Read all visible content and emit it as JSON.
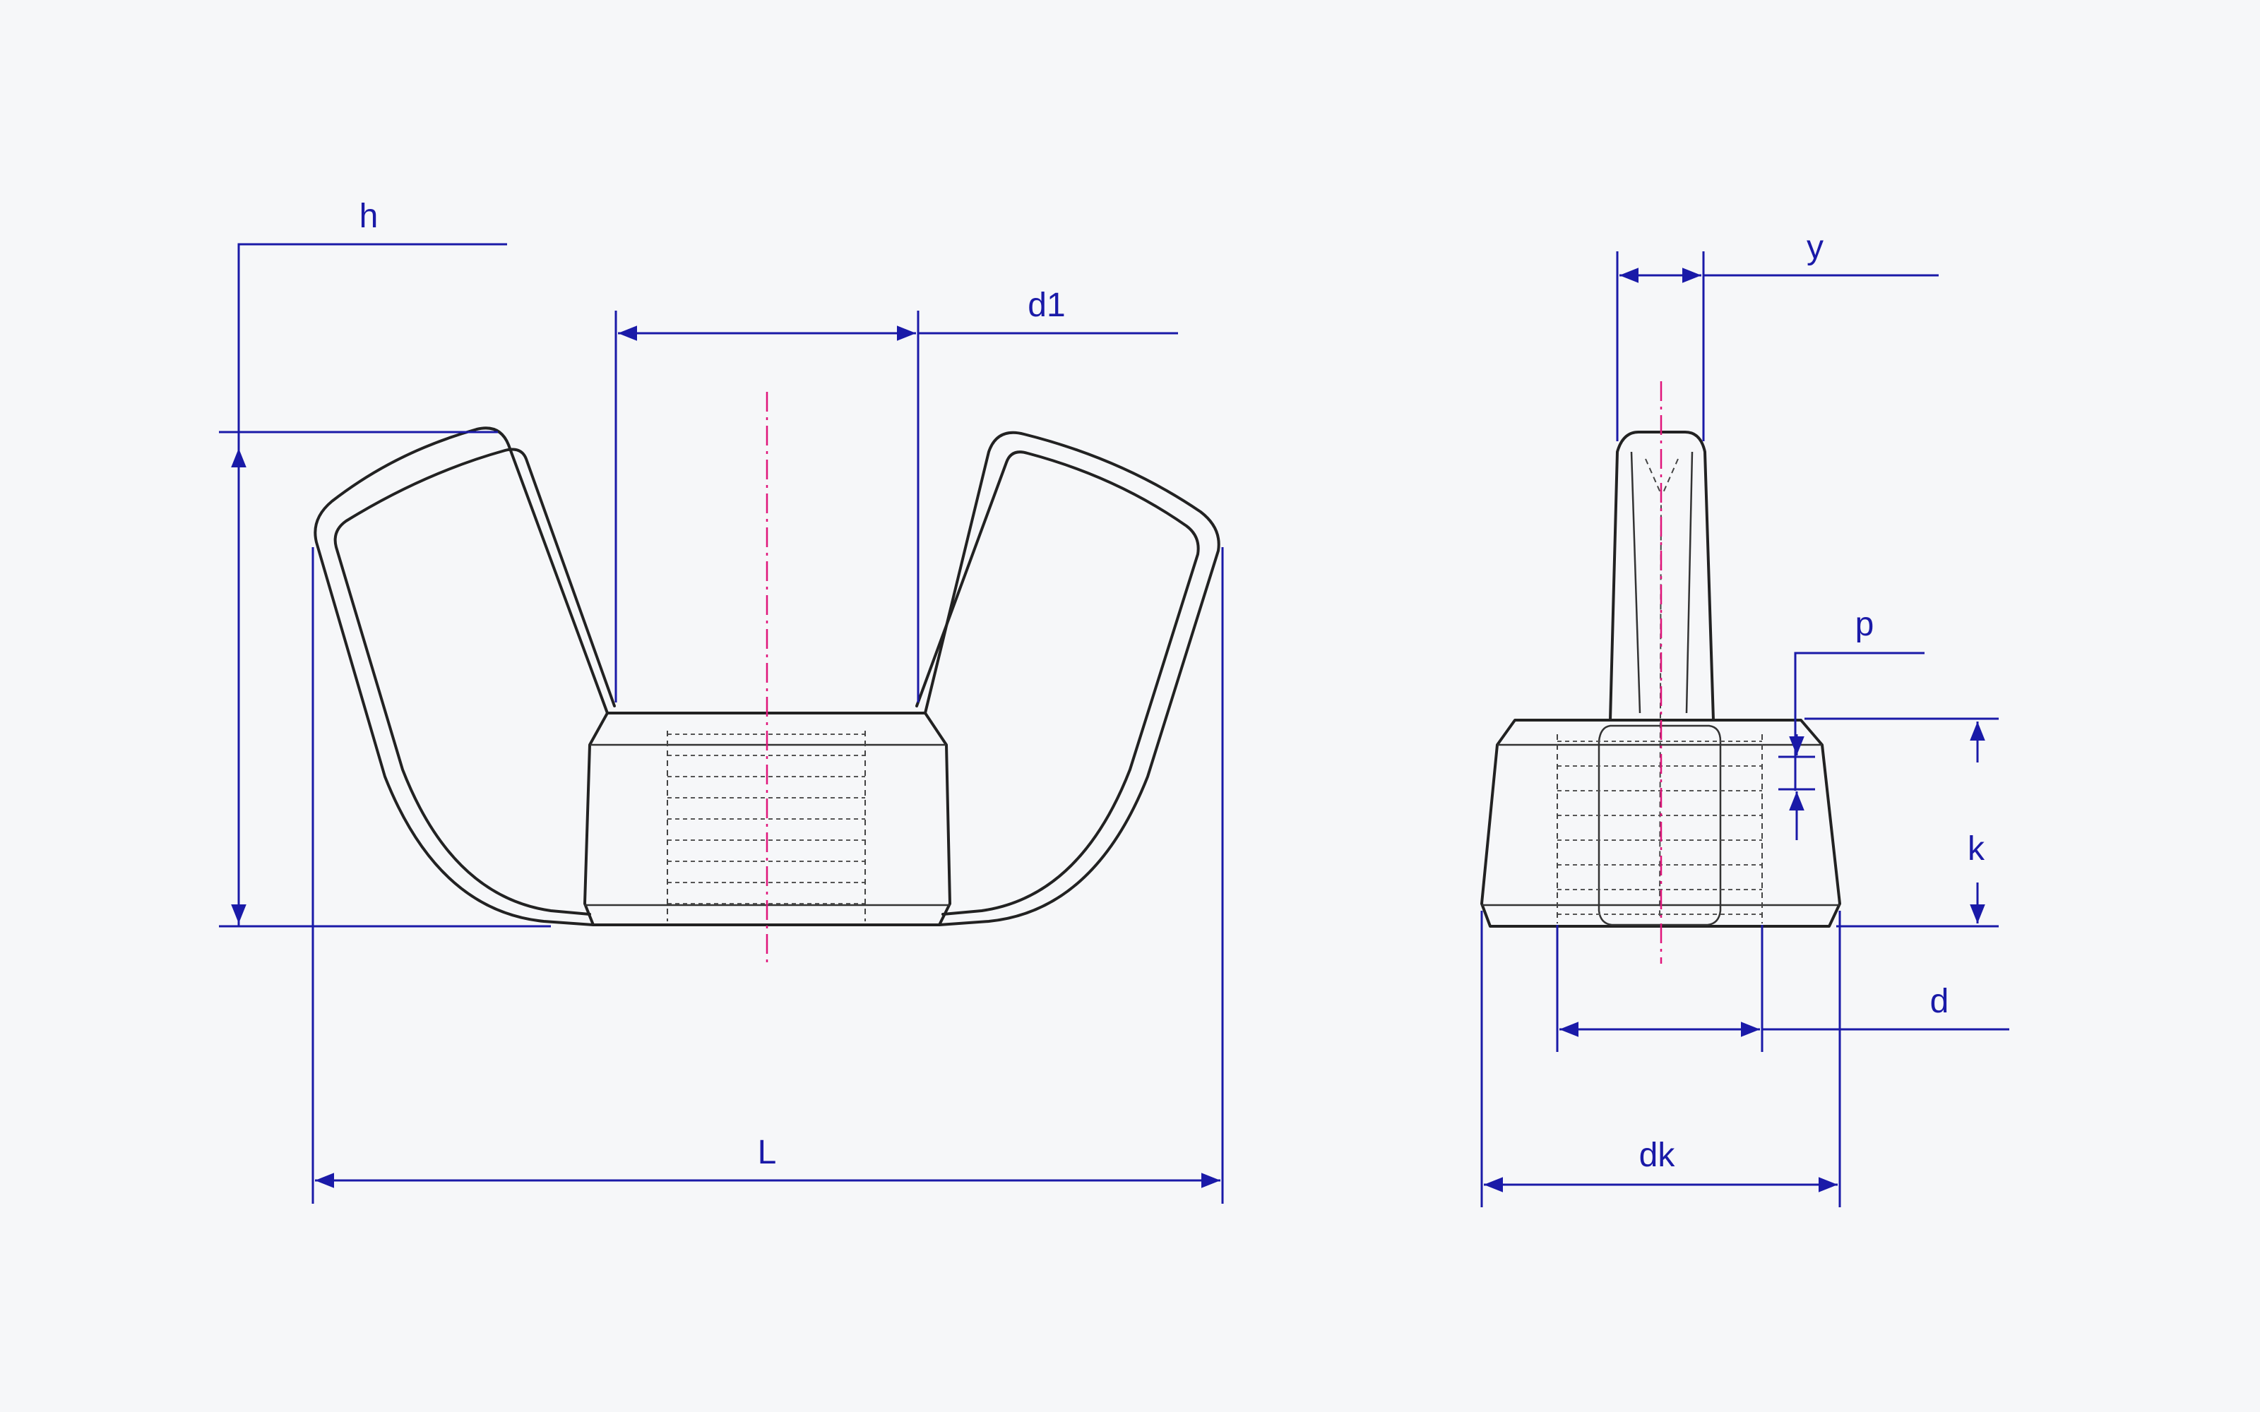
{
  "labels": {
    "h": "h",
    "d1": "d1",
    "L": "L",
    "y": "y",
    "p": "p",
    "k": "k",
    "d": "d",
    "dk": "dk"
  },
  "colors": {
    "dimension": "#1a1aa8",
    "centerline": "#e0147a",
    "outline": "#222222",
    "background": "#f6f7f9"
  }
}
